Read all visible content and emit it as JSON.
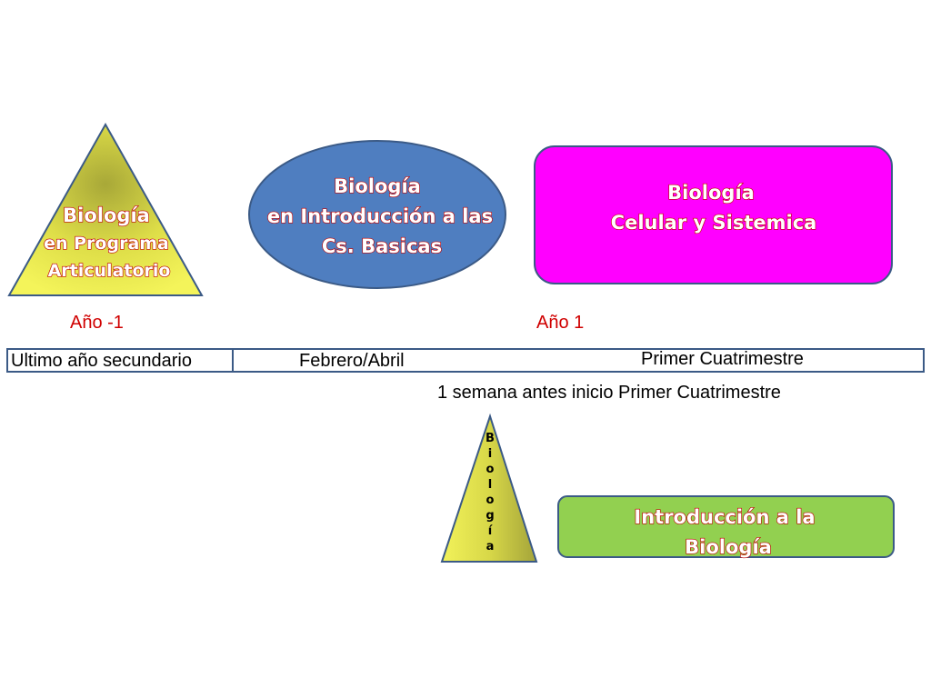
{
  "shapes": {
    "articulatorio": {
      "line1": "Biología",
      "line2": "en  Programa",
      "line3": "Articulatorio"
    },
    "introduccion_cs": {
      "line1": "Biología",
      "line2": "en  Introducción a las",
      "line3": "Cs. Basicas"
    },
    "celular": {
      "line1": "Biología",
      "line2": "Celular y Sistemica"
    },
    "thin_triangle": {
      "letters": [
        "B",
        "i",
        "o",
        "l",
        "o",
        "g",
        "í",
        "a"
      ]
    },
    "introduccion_bio": {
      "line1": "Introducción a la",
      "line2": "Biología"
    }
  },
  "timeline": {
    "year_minus": "Año -1",
    "year_plus": "Año 1",
    "seg1": "Ultimo año secundario",
    "seg2": "Febrero/Abril",
    "seg3": "Primer Cuatrimestre",
    "note": "1 semana antes inicio Primer Cuatrimestre"
  },
  "colors": {
    "triangle_yellow": "#f0f050",
    "triangle_olive": "#a8a838",
    "ellipse_blue": "#4f7ec0",
    "magenta": "#ff00ff",
    "green": "#92d050",
    "border": "#3b5a86",
    "year_red": "#d00000",
    "text_outline": "#c00000"
  }
}
